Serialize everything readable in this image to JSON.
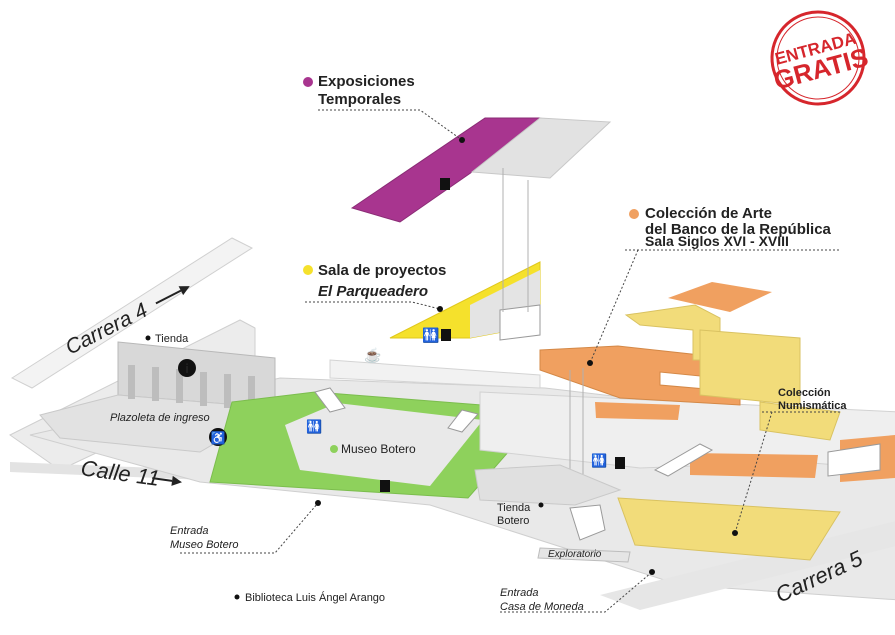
{
  "stamp": {
    "line1": "ENTRADA",
    "line2": "GRATIS",
    "color": "#d6262c"
  },
  "streets": {
    "carrera4": "Carrera 4",
    "calle11": "Calle 11",
    "carrera5": "Carrera 5"
  },
  "areas": {
    "exposiciones": {
      "line1": "Exposiciones",
      "line2": "Temporales",
      "color": "#a8358f"
    },
    "sala_proyectos": {
      "line1": "Sala de proyectos",
      "line2": "El Parqueadero",
      "color": "#f5e12c"
    },
    "coleccion_arte": {
      "line1": "Colección de Arte",
      "line2": "del Banco de la República",
      "line3": "Sala Siglos XVI - XVIII",
      "color": "#f0a060"
    },
    "numismatica": {
      "line1": "Colección",
      "line2": "Numismática",
      "color": "#f2dc7a"
    },
    "museo_botero": {
      "label": "Museo Botero",
      "color": "#8ed15c"
    }
  },
  "places": {
    "tienda": "Tienda",
    "plazoleta": "Plazoleta de ingreso",
    "tienda_botero_1": "Tienda",
    "tienda_botero_2": "Botero",
    "exploratorio": "Exploratorio",
    "biblioteca": "Biblioteca Luis Ángel Arango"
  },
  "entrances": {
    "botero_1": "Entrada",
    "botero_2": "Museo Botero",
    "moneda_1": "Entrada",
    "moneda_2": "Casa de Moneda"
  },
  "icons": [
    "info-icon",
    "wheelchair-icon",
    "restroom-icon",
    "elevator-icon",
    "cafe-icon",
    "street-arrow-icon"
  ]
}
